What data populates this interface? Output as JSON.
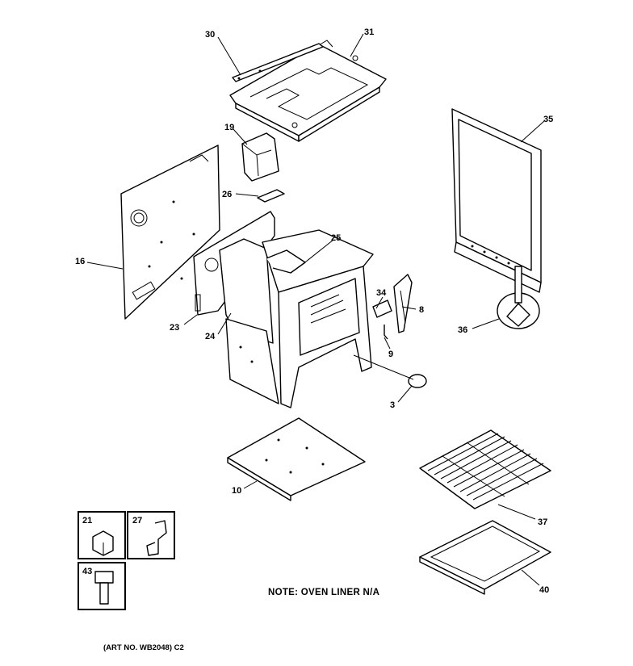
{
  "callouts": {
    "c30": "30",
    "c31": "31",
    "c19": "19",
    "c26": "26",
    "c16": "16",
    "c25": "25",
    "c35": "35",
    "c23": "23",
    "c24": "24",
    "c34": "34",
    "c8": "8",
    "c9": "9",
    "c36": "36",
    "c3": "3",
    "c10": "10",
    "c37": "37",
    "c21": "21",
    "c27": "27",
    "c43": "43",
    "c40": "40"
  },
  "note": "NOTE: OVEN LINER N/A",
  "art_number": "(ART NO. WB2048) C2"
}
